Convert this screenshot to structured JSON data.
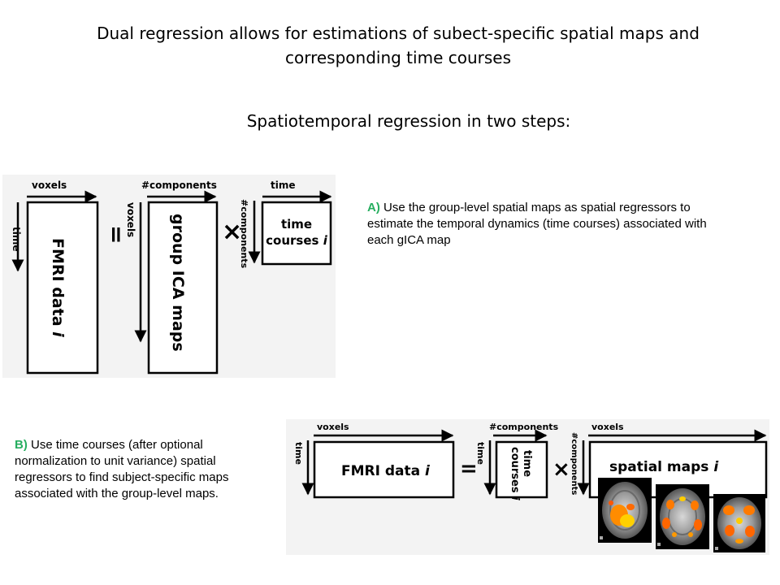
{
  "title": "Dual regression allows for estimations of subect-specific spatial maps and corresponding time courses",
  "subtitle": "Spatiotemporal regression in two steps:",
  "panel_a": {
    "voxels": "voxels",
    "time": "time",
    "fmri_data": "FMRI data",
    "italic_i": "i",
    "equals": "=",
    "components": "#components",
    "voxels_vertical": "voxels",
    "group_ica_maps": "group ICA maps",
    "times": "×",
    "time_top": "time",
    "components_vertical": "#components",
    "time_box_line1": "time",
    "time_box_line2": "courses",
    "caption_label": "A)",
    "caption_text": " Use the group-level spatial maps as spatial regressors to estimate the temporal dynamics (time courses) associated with each gICA map"
  },
  "panel_b": {
    "voxels": "voxels",
    "time": "time",
    "fmri_data": "FMRI data",
    "italic_i": "i",
    "equals": "=",
    "components": "#components",
    "time_vertical": "time",
    "time_courses": "time",
    "time_courses2": "courses",
    "times": "×",
    "voxels2": "voxels",
    "components_vertical": "#components",
    "spatial_maps": "spatial maps",
    "caption_label": "B)",
    "caption_text": " Use time courses (after optional normalization to unit variance) spatial regressors to find subject-specific maps associated with the group-level maps."
  }
}
